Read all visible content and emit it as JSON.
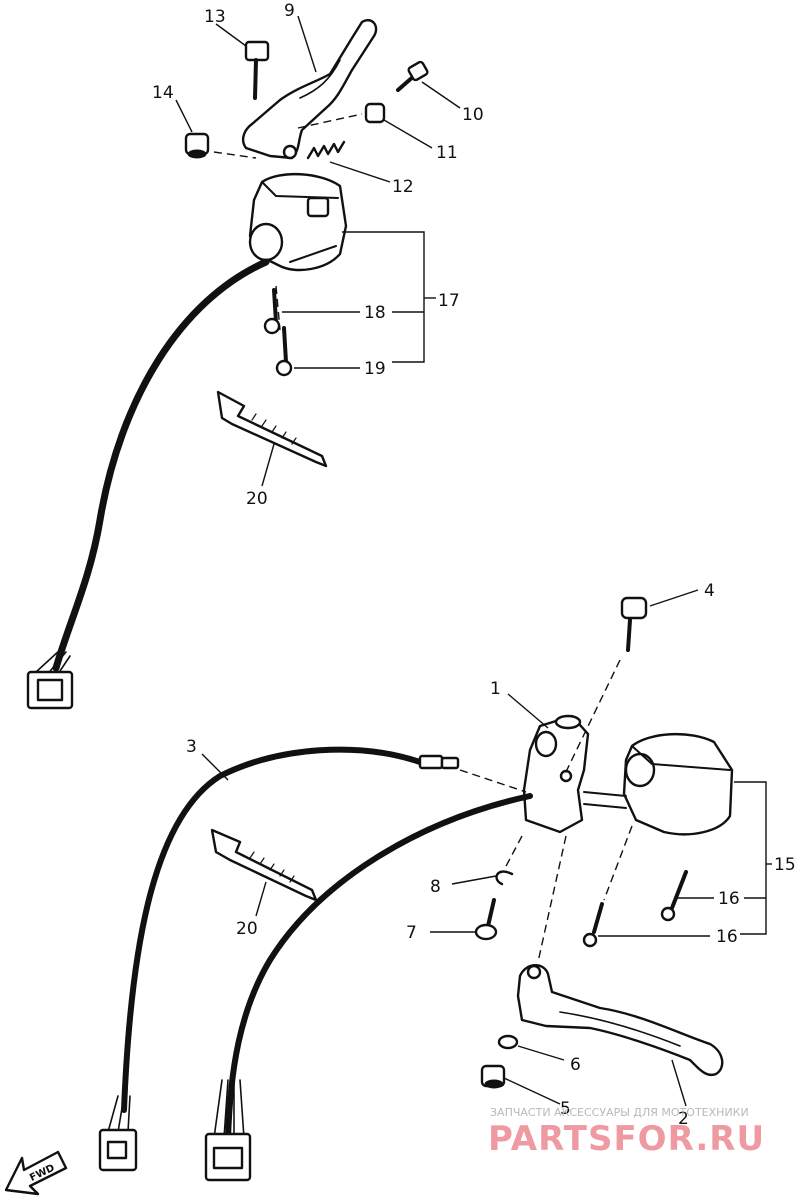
{
  "diagram": {
    "callouts": {
      "p1": "1",
      "p2": "2",
      "p3": "3",
      "p4": "4",
      "p5": "5",
      "p6": "6",
      "p7": "7",
      "p8": "8",
      "p9": "9",
      "p10": "10",
      "p11": "11",
      "p12": "12",
      "p13": "13",
      "p14": "14",
      "p15": "15",
      "p16a": "16",
      "p16b": "16",
      "p17": "17",
      "p18": "18",
      "p19": "19",
      "p20a": "20",
      "p20b": "20"
    },
    "fwd_label": "FWD"
  },
  "watermark": {
    "caption": "ЗАПЧАСТИ АКСЕССУАРЫ ДЛЯ МОТОТЕХНИКИ",
    "logo": "PARTSFOR.RU"
  }
}
